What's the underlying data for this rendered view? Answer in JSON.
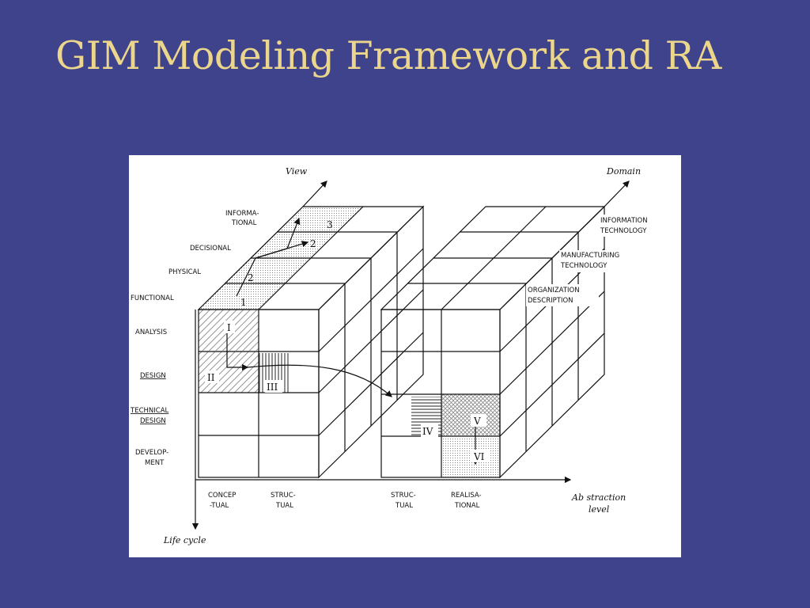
{
  "slide": {
    "title": "GIM Modeling Framework and RA"
  },
  "diagram": {
    "axes": {
      "view": "View",
      "domain": "Domain",
      "abstraction_line1": "Ab straction",
      "abstraction_line2": "level",
      "life_cycle": "Life cycle"
    },
    "views": [
      [
        "INFORMA-",
        "TIONAL"
      ],
      [
        "DECISIONAL"
      ],
      [
        "PHYSICAL"
      ],
      [
        "FUNCTIONAL"
      ]
    ],
    "life_cycle_phases": [
      [
        "ANALYSIS"
      ],
      [
        "DESIGN"
      ],
      [
        "TECHNICAL",
        "DESIGN"
      ],
      [
        "DEVELOP-",
        "MENT"
      ]
    ],
    "abstraction_levels": [
      [
        "CONCEP",
        "-TUAL"
      ],
      [
        "STRUC-",
        "TUAL"
      ],
      [
        "STRUC-",
        "TUAL"
      ],
      [
        "REALISA-",
        "TIONAL"
      ]
    ],
    "domains": [
      [
        "INFORMATION",
        "TECHNOLOGY"
      ],
      [
        "MANUFACTURING",
        "TECHNOLOGY"
      ],
      [
        "ORGANIZATION",
        "DESCRIPTION"
      ]
    ],
    "steps": [
      "I",
      "II",
      "III",
      "IV",
      "V",
      "VI"
    ],
    "view_path_numbers": [
      "1",
      "2",
      "2",
      "3"
    ]
  }
}
